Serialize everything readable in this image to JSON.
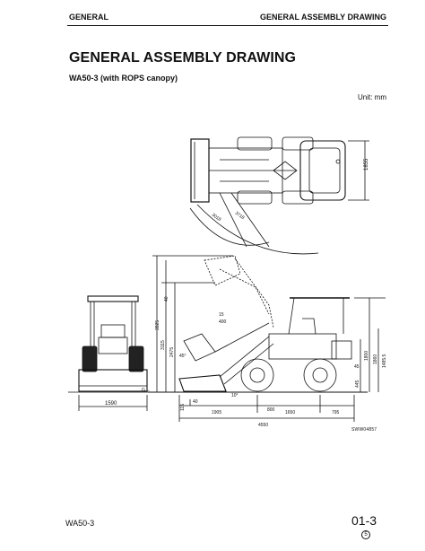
{
  "header": {
    "left": "GENERAL",
    "right": "GENERAL ASSEMBLY DRAWING"
  },
  "title": "GENERAL ASSEMBLY DRAWING",
  "subtitle": "WA50-3 (with ROPS canopy)",
  "unit_label": "Unit: mm",
  "drawing": {
    "top_view_dims": [
      "1855",
      "3018",
      "3718"
    ],
    "front_view_dims": [
      "1590"
    ],
    "side_view_dims": [
      "40",
      "15",
      "400",
      "3925",
      "3115",
      "2475",
      "45°",
      "G.L.",
      "40",
      "115",
      "10°",
      "1905",
      "800",
      "1650",
      "795",
      "4550",
      "1485.5",
      "1860",
      "1800",
      "445",
      "45"
    ],
    "drawing_code": "SWW04857"
  },
  "footer": {
    "left": "WA50-3",
    "page": "01-3",
    "revision": "5"
  }
}
